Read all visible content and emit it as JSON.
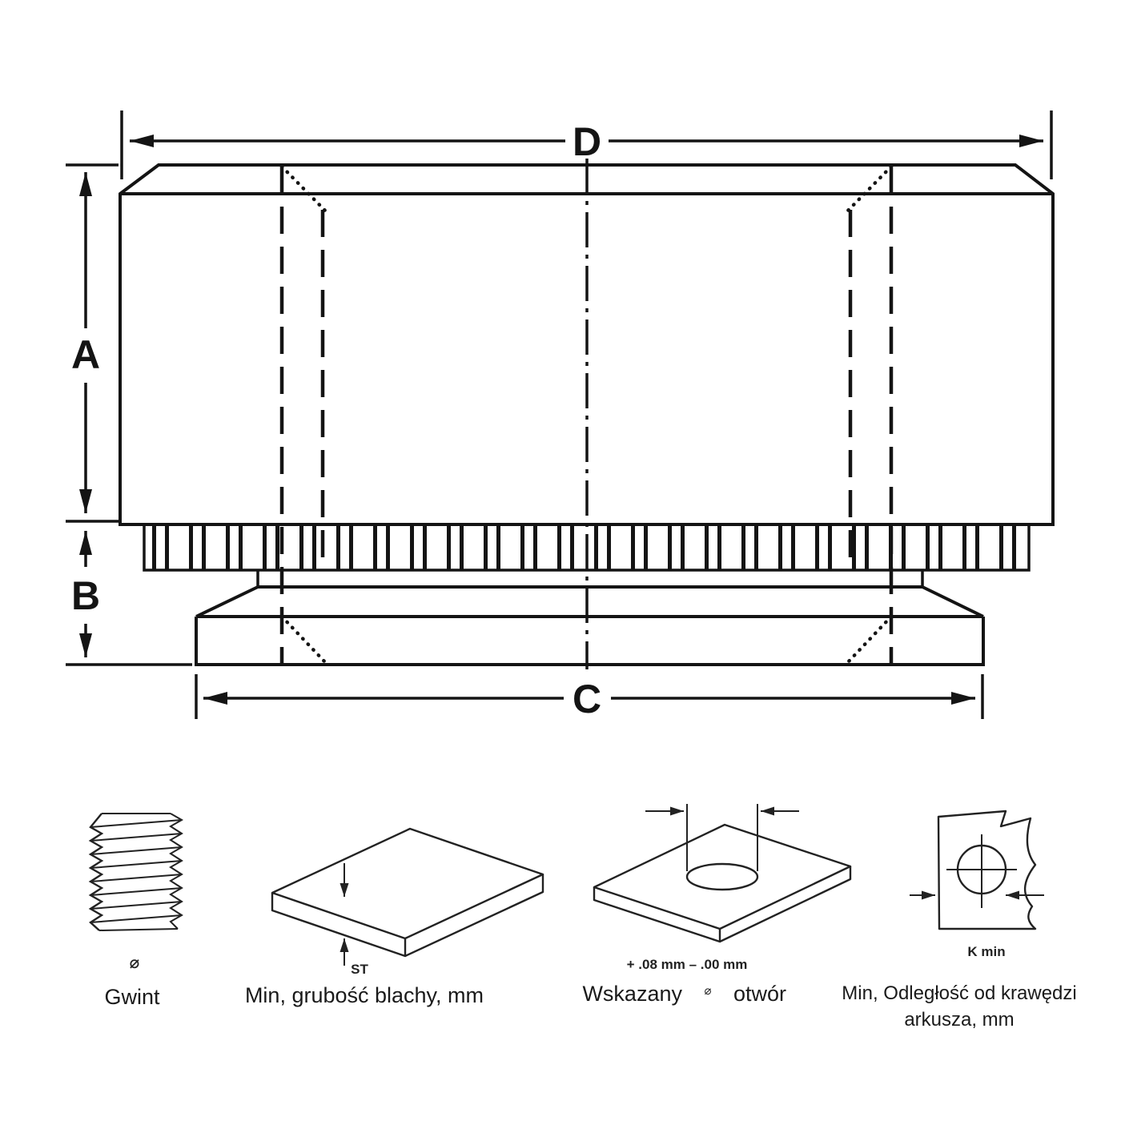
{
  "drawing": {
    "dim_a_label": "A",
    "dim_b_label": "B",
    "dim_c_label": "C",
    "dim_d_label": "D"
  },
  "legend": {
    "thread": {
      "symbol": "⌀",
      "caption": "Gwint"
    },
    "sheet_thickness": {
      "symbol": "ST",
      "caption": "Min, grubość blachy, mm"
    },
    "hole": {
      "tolerance": "+ .08 mm – .00 mm",
      "caption_prefix": "Wskazany",
      "caption_symbol": "⌀",
      "caption_suffix": "otwór"
    },
    "edge_distance": {
      "symbol": "K min",
      "caption_line1": "Min, Odległość od krawędzi",
      "caption_line2": "arkusza, mm"
    }
  }
}
